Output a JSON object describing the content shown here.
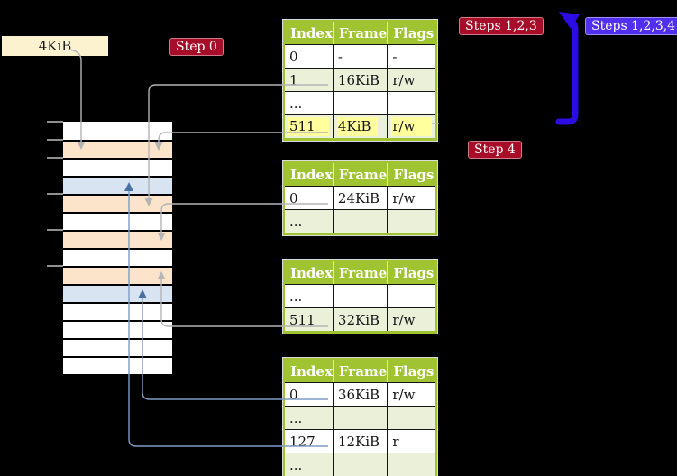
{
  "labels": {
    "frame_box": "4KiB",
    "step0": "Step 0",
    "steps123": "Steps 1,2,3",
    "steps1234": "Steps 1,2,3,4",
    "step4": "Step 4"
  },
  "page_tables": [
    {
      "headers": [
        "Index",
        "Frame",
        "Flags"
      ],
      "rows": [
        {
          "index": "0",
          "frame": "-",
          "flags": "-"
        },
        {
          "index": "1",
          "frame": "16KiB",
          "flags": "r/w"
        },
        {
          "index": "...",
          "frame": "",
          "flags": ""
        },
        {
          "index": "511",
          "frame": "4KiB",
          "flags": "r/w",
          "highlight": true
        }
      ]
    },
    {
      "headers": [
        "Index",
        "Frame",
        "Flags"
      ],
      "rows": [
        {
          "index": "0",
          "frame": "24KiB",
          "flags": "r/w"
        },
        {
          "index": "...",
          "frame": "",
          "flags": ""
        }
      ]
    },
    {
      "headers": [
        "Index",
        "Frame",
        "Flags"
      ],
      "rows": [
        {
          "index": "...",
          "frame": "",
          "flags": ""
        },
        {
          "index": "511",
          "frame": "32KiB",
          "flags": "r/w"
        }
      ]
    },
    {
      "headers": [
        "Index",
        "Frame",
        "Flags"
      ],
      "rows": [
        {
          "index": "0",
          "frame": "36KiB",
          "flags": "r/w"
        },
        {
          "index": "...",
          "frame": "",
          "flags": ""
        },
        {
          "index": "127",
          "frame": "12KiB",
          "flags": "r"
        },
        {
          "index": "...",
          "frame": "",
          "flags": ""
        }
      ]
    }
  ],
  "memory_column": {
    "row_colors": [
      "white",
      "orange",
      "white",
      "blue",
      "orange",
      "white",
      "orange",
      "white",
      "orange",
      "blue",
      "white",
      "white",
      "white",
      "white"
    ]
  },
  "colors": {
    "background": "#000000",
    "table_header_green": "#a0c332",
    "table_stripe_green": "#ebf0d9",
    "highlight_yellow": "#ffff9e",
    "memory_orange": "#fce4cb",
    "memory_blue": "#d9e4f3",
    "frame_box_bg": "#fdf2d0",
    "badge_red": "#a60d28",
    "badge_blue": "#5030ee",
    "arrow_gray": "#b4b4b4",
    "arrow_blue_thin": "#7d9cc4",
    "arrow_blue_head": "#4a6fa5",
    "arrow_blue_thick": "#2b0ce2"
  }
}
